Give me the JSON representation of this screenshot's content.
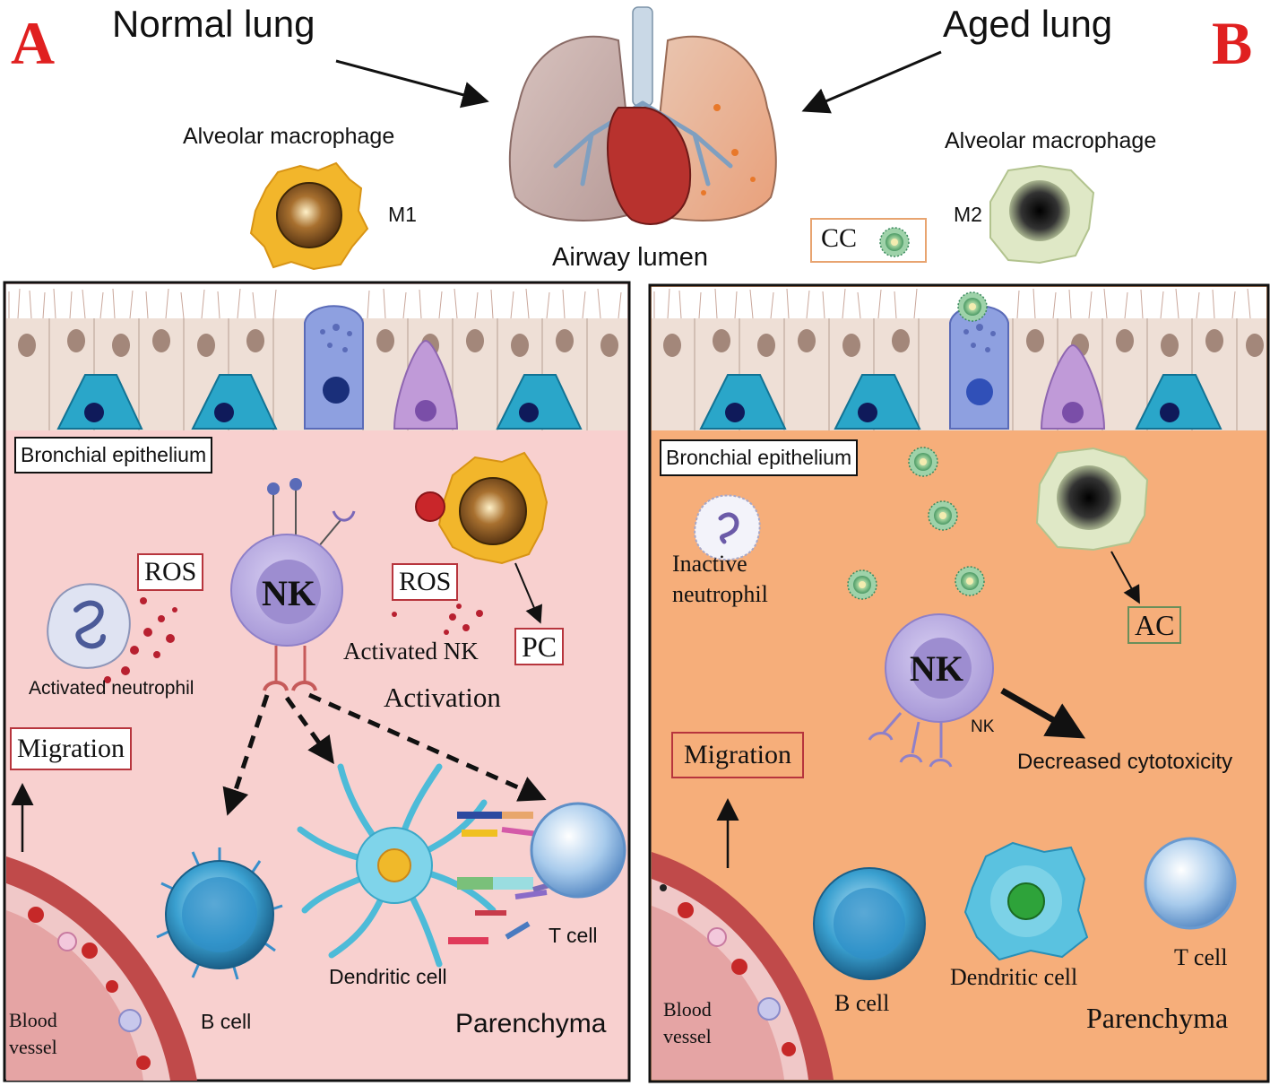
{
  "panel_letters": {
    "a": "A",
    "b": "B"
  },
  "top": {
    "normal_lung": "Normal lung",
    "aged_lung": "Aged lung",
    "airway_lumen": "Airway lumen",
    "left_macrophage_label": "Alveolar macrophage",
    "right_macrophage_label": "Alveolar macrophage",
    "m1": "M1",
    "m2": "M2",
    "cc": "CC"
  },
  "panel_a": {
    "bronchial_epithelium": "Bronchial epithelium",
    "ros_left": "ROS",
    "ros_right": "ROS",
    "nk": "NK",
    "activated_nk": "Activated NK",
    "pc": "PC",
    "activated_neutrophil": "Activated neutrophil",
    "activation": "Activation",
    "migration": "Migration",
    "dendritic_cell": "Dendritic cell",
    "t_cell": "T cell",
    "b_cell": "B cell",
    "parenchyma": "Parenchyma",
    "blood_vessel_1": "Blood",
    "blood_vessel_2": "vessel"
  },
  "panel_b": {
    "bronchial_epithelium": "Bronchial epithelium",
    "inactive_neutrophil_1": "Inactive",
    "inactive_neutrophil_2": "neutrophil",
    "ac": "AC",
    "nk": "NK",
    "nk_small": "NK",
    "decreased_cytotoxicity": "Decreased cytotoxicity",
    "migration": "Migration",
    "b_cell": "B cell",
    "dendritic_cell": "Dendritic cell",
    "t_cell": "T cell",
    "parenchyma": "Parenchyma",
    "blood_vessel_1": "Blood",
    "blood_vessel_2": "vessel"
  },
  "colors": {
    "panel_a_bg": "#f8d0cf",
    "panel_b_bg": "#f6ae7a",
    "letter_red": "#e02020",
    "box_red": "#b7353d",
    "nk_purple": "#b7a8e0"
  }
}
